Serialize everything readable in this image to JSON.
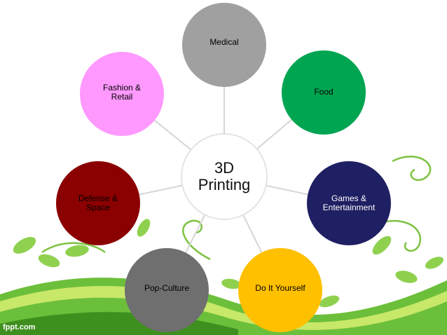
{
  "diagram": {
    "center": {
      "lines": [
        "3D",
        "Printing"
      ]
    },
    "nodes": [
      {
        "id": "medical",
        "lines": [
          "Medical"
        ],
        "color": "#a0a0a0",
        "text_color": "#000000"
      },
      {
        "id": "food",
        "lines": [
          "Food"
        ],
        "color": "#00a551",
        "text_color": "#000000"
      },
      {
        "id": "games",
        "lines": [
          "Games &",
          "Entertainment"
        ],
        "color": "#1f1f63",
        "text_color": "#ffffff"
      },
      {
        "id": "diy",
        "lines": [
          "Do It Yourself"
        ],
        "color": "#ffc000",
        "text_color": "#000000"
      },
      {
        "id": "pop-culture",
        "lines": [
          "Pop-Culture"
        ],
        "color": "#6f6f6f",
        "text_color": "#000000"
      },
      {
        "id": "defense",
        "lines": [
          "Defense &",
          "Space"
        ],
        "color": "#8b0000",
        "text_color": "#000000"
      },
      {
        "id": "fashion",
        "lines": [
          "Fashion &",
          "Retail"
        ],
        "color": "#ff99ff",
        "text_color": "#000000"
      }
    ]
  },
  "footer": {
    "watermark": "fppt.com"
  },
  "theme": {
    "leaf_green": "#7dc242",
    "swoosh_green": "#5aa82a"
  }
}
